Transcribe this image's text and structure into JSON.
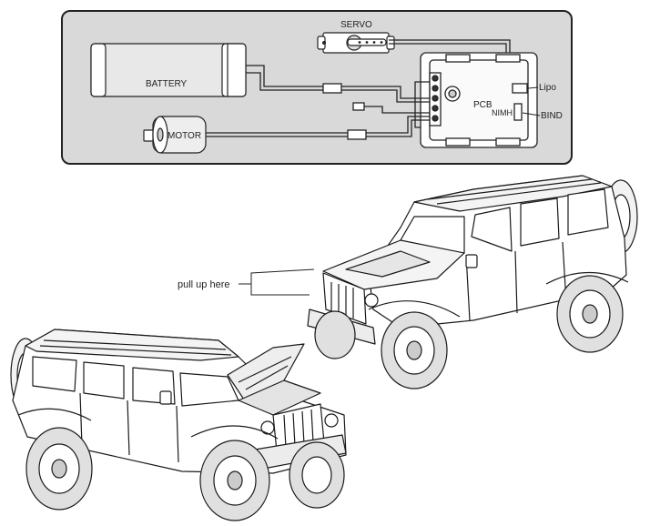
{
  "wiring": {
    "servo_label": "SERVO",
    "battery_label": "BATTERY",
    "motor_label": "MOTOR",
    "pcb_label": "PCB",
    "nimh_label": "NIMH",
    "lipo_label": "Lipo",
    "bind_label": "BIND"
  },
  "annotation": {
    "pull_up_label": "pull up here"
  },
  "colors": {
    "panel_fill": "#d9d9d9",
    "line": "#1a1a1a",
    "vehicle_fill": "#ffffff"
  }
}
